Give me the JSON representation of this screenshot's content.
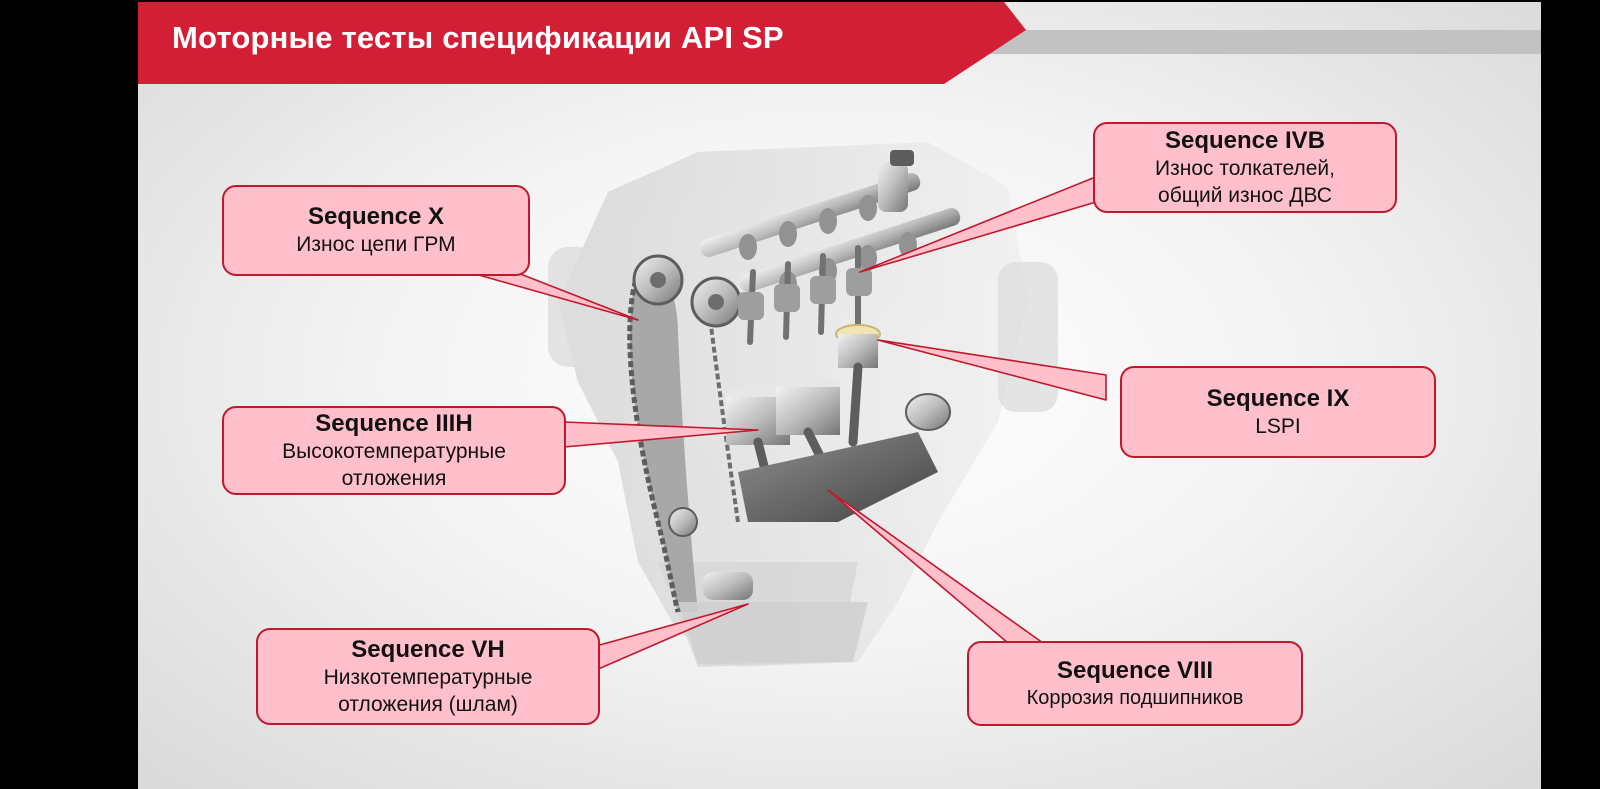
{
  "slide": {
    "title": "Моторные тесты спецификации API SP",
    "accent_color": "#d21f36",
    "header_bar_color": "#c2c2c2"
  },
  "callouts": {
    "seq_x": {
      "title": "Sequence X",
      "desc": "Износ цепи ГРМ"
    },
    "seq_ivb": {
      "title": "Sequence IVB",
      "desc_line1": "Износ толкателей,",
      "desc_line2": "общий износ ДВС"
    },
    "seq_iiih": {
      "title": "Sequence IIIH",
      "desc_line1": "Высокотемпературные",
      "desc_line2": "отложения"
    },
    "seq_ix": {
      "title": "Sequence IX",
      "desc": "LSPI"
    },
    "seq_vh": {
      "title": "Sequence VH",
      "desc_line1": "Низкотемпературные",
      "desc_line2": "отложения (шлам)"
    },
    "seq_viii": {
      "title": "Sequence VIII",
      "desc": "Коррозия подшипников"
    }
  },
  "images": {
    "engine": "engine-cutaway-illustration"
  },
  "colors": {
    "callout_fill": "#ffc0cb",
    "callout_border": "#c0192d"
  }
}
